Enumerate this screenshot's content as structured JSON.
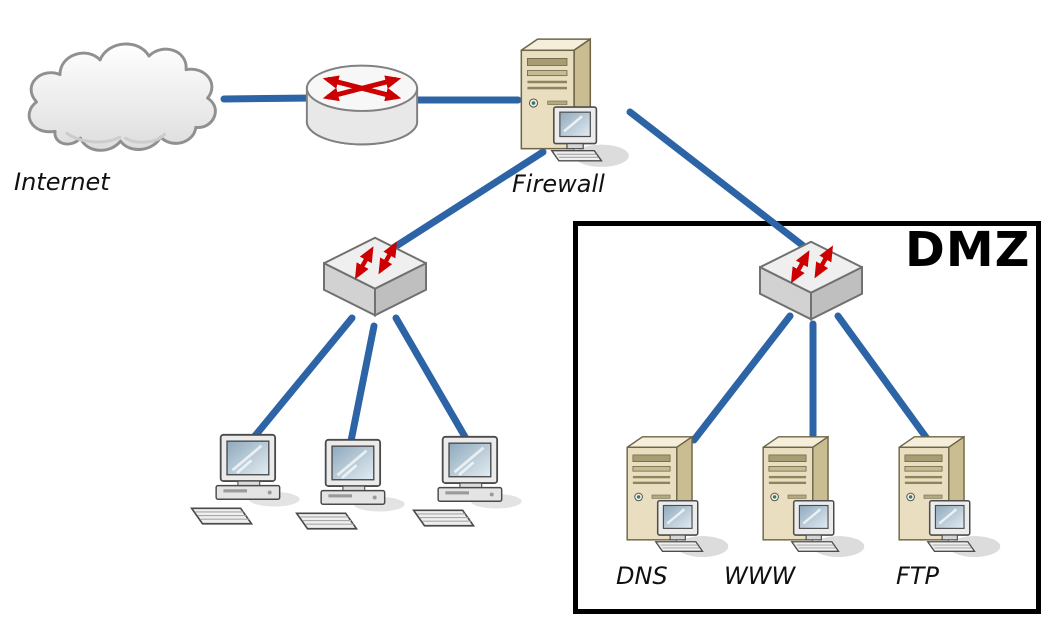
{
  "diagram": {
    "type": "network-topology",
    "labels": {
      "internet": "Internet",
      "firewall": "Firewall",
      "dmz": "DMZ",
      "dns": "DNS",
      "www": "WWW",
      "ftp": "FTP"
    },
    "nodes": [
      {
        "id": "internet",
        "type": "cloud",
        "label": "Internet"
      },
      {
        "id": "router",
        "type": "router",
        "label": ""
      },
      {
        "id": "firewall",
        "type": "server-tower",
        "label": "Firewall"
      },
      {
        "id": "lan-switch",
        "type": "switch",
        "label": ""
      },
      {
        "id": "workstation-1",
        "type": "workstation",
        "label": ""
      },
      {
        "id": "workstation-2",
        "type": "workstation",
        "label": ""
      },
      {
        "id": "workstation-3",
        "type": "workstation",
        "label": ""
      },
      {
        "id": "dmz-switch",
        "type": "switch",
        "label": ""
      },
      {
        "id": "dns-server",
        "type": "server-tower",
        "label": "DNS"
      },
      {
        "id": "www-server",
        "type": "server-tower",
        "label": "WWW"
      },
      {
        "id": "ftp-server",
        "type": "server-tower",
        "label": "FTP"
      }
    ],
    "zones": [
      {
        "id": "dmz",
        "label": "DMZ",
        "contains": [
          "dmz-switch",
          "dns-server",
          "www-server",
          "ftp-server"
        ]
      }
    ],
    "edges": [
      {
        "from": "internet",
        "to": "router"
      },
      {
        "from": "router",
        "to": "firewall"
      },
      {
        "from": "firewall",
        "to": "lan-switch"
      },
      {
        "from": "firewall",
        "to": "dmz-switch"
      },
      {
        "from": "lan-switch",
        "to": "workstation-1"
      },
      {
        "from": "lan-switch",
        "to": "workstation-2"
      },
      {
        "from": "lan-switch",
        "to": "workstation-3"
      },
      {
        "from": "dmz-switch",
        "to": "dns-server"
      },
      {
        "from": "dmz-switch",
        "to": "www-server"
      },
      {
        "from": "dmz-switch",
        "to": "ftp-server"
      }
    ],
    "colors": {
      "background": "#ffffff",
      "link_blue": "#2d64a6",
      "arrow_red": "#cc0000",
      "dmz_border": "#000000",
      "label_text": "#111111",
      "server_beige": "#e9dfc0"
    },
    "icons": {
      "internet": "cloud-icon",
      "router": "router-icon",
      "lan-switch": "switch-icon",
      "dmz-switch": "switch-icon",
      "firewall": "server-tower-icon",
      "dns-server": "server-tower-icon",
      "www-server": "server-tower-icon",
      "ftp-server": "server-tower-icon",
      "workstation-1": "desktop-computer-icon",
      "workstation-2": "desktop-computer-icon",
      "workstation-3": "desktop-computer-icon"
    }
  }
}
